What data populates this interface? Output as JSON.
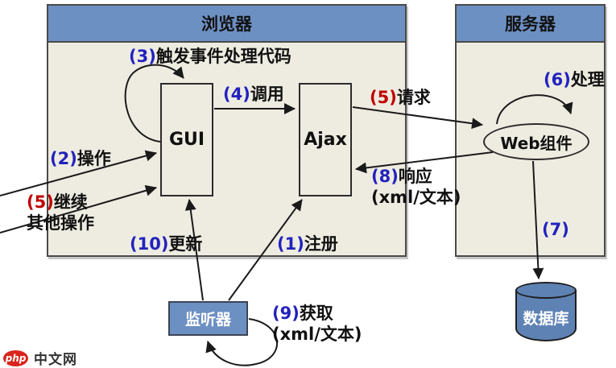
{
  "diagram": {
    "browser": {
      "title": "浏览器"
    },
    "server": {
      "title": "服务器"
    },
    "nodes": {
      "gui": "GUI",
      "ajax": "Ajax",
      "web_component": "Web组件",
      "listener": "监听器",
      "database": "数据库"
    },
    "labels": [
      {
        "id": "step3",
        "num": "(3)",
        "text": "触发事件处理代码",
        "num_color": "blue"
      },
      {
        "id": "step4",
        "num": "(4)",
        "text": "调用",
        "num_color": "blue"
      },
      {
        "id": "step5_request",
        "num": "(5)",
        "text": "请求",
        "num_color": "red"
      },
      {
        "id": "step6",
        "num": "(6)",
        "text": "处理",
        "num_color": "blue"
      },
      {
        "id": "step2",
        "num": "(2)",
        "text": "操作",
        "num_color": "blue"
      },
      {
        "id": "step5_continue",
        "num": "(5)",
        "text": "继续",
        "line2": "其他操作",
        "num_color": "red"
      },
      {
        "id": "step8",
        "num": "(8)",
        "text": "响应",
        "line2": "(xml/文本)",
        "num_color": "blue"
      },
      {
        "id": "step10",
        "num": "(10)",
        "text": "更新",
        "num_color": "blue"
      },
      {
        "id": "step1",
        "num": "(1)",
        "text": "注册",
        "num_color": "blue"
      },
      {
        "id": "step9",
        "num": "(9)",
        "text": "获取",
        "line2": "(xml/文本)",
        "num_color": "blue"
      },
      {
        "id": "step7",
        "num": "(7)",
        "text": "",
        "num_color": "blue"
      }
    ],
    "watermark": {
      "logo": "php",
      "site": "中文网"
    },
    "colors": {
      "header_blue": "#6D90C3",
      "node_blue": "#6D90C3",
      "db_blue": "#5E82B4",
      "num_blue": "#2222BE",
      "num_red": "#C00000",
      "bg_beige": "#EEECE1",
      "line_dark": "#1a1a1a",
      "logo_red": "#D9251C",
      "text_dark": "#333333"
    }
  }
}
